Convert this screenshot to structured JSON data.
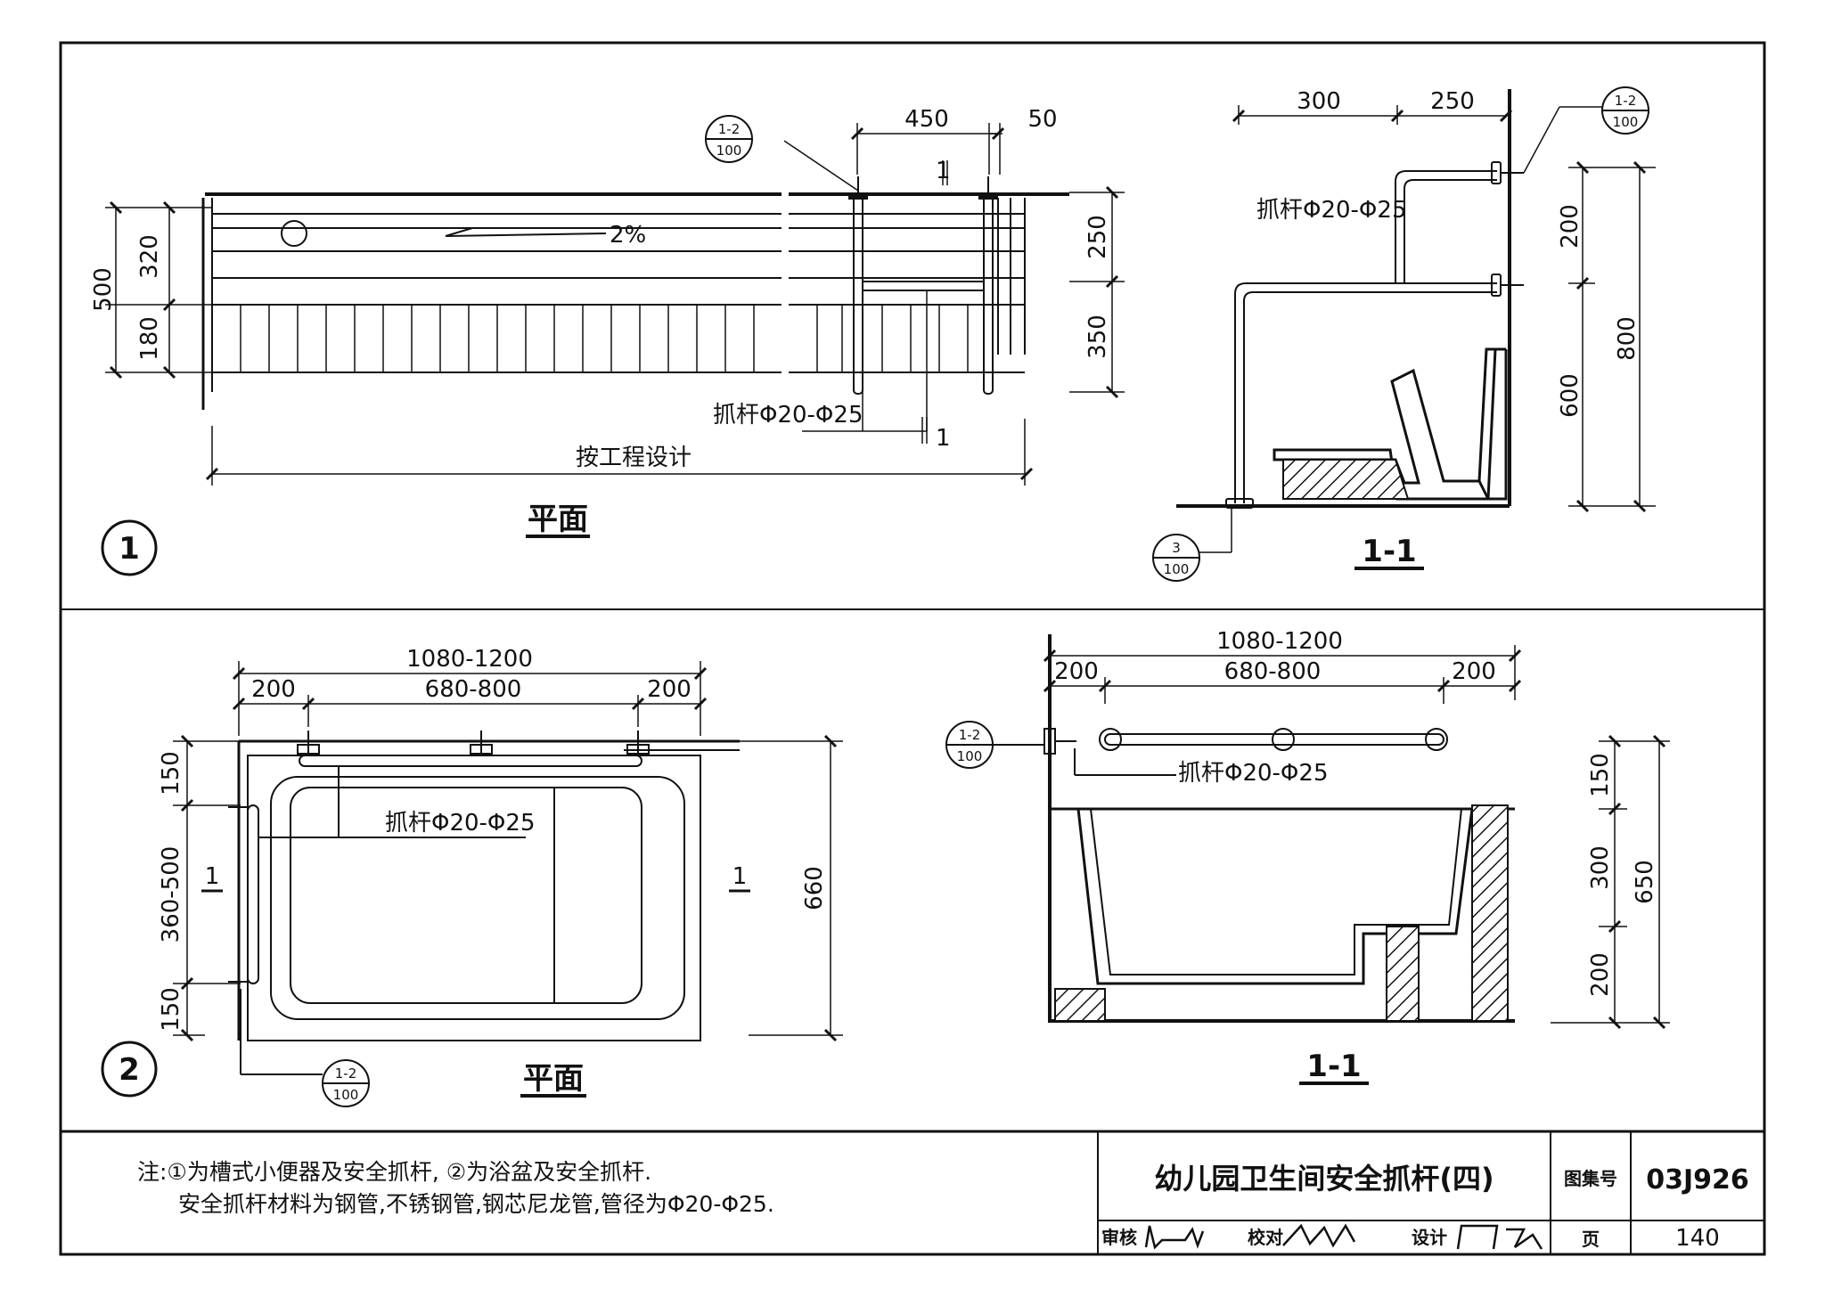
{
  "drawing": {
    "sheet": {
      "title": "幼儿园卫生间安全抓杆(四)",
      "atlas_label": "图集号",
      "atlas_no": "03J926",
      "page_label": "页",
      "page_no": "140",
      "review_label": "审核",
      "check_label": "校对",
      "design_label": "设计"
    },
    "notes": {
      "line1": "注:①为槽式小便器及安全抓杆, ②为浴盆及安全抓杆.",
      "line2": "安全抓杆材料为钢管,不锈钢管,钢芯尼龙管,管径为Φ20-Φ25."
    },
    "detail1": {
      "number": "1",
      "plan": {
        "title": "平面",
        "dim_450": "450",
        "dim_50": "50",
        "dim_500": "500",
        "dim_320": "320",
        "dim_180": "180",
        "dim_250": "250",
        "dim_350": "350",
        "slope": "2%",
        "grab_bar": "抓杆Φ20-Φ25",
        "overall": "按工程设计",
        "section_mark": "1",
        "ref_top": "1-2",
        "ref_bottom": "100"
      },
      "section": {
        "title": "1-1",
        "dim_300": "300",
        "dim_250": "250",
        "dim_200": "200",
        "dim_600": "600",
        "dim_800": "800",
        "grab_bar": "抓杆Φ20-Φ25",
        "ref_top": "1-2",
        "ref_bottom": "100",
        "ref2_top": "3",
        "ref2_bottom": "100"
      }
    },
    "detail2": {
      "number": "2",
      "plan": {
        "title": "平面",
        "dim_total": "1080-1200",
        "dim_200a": "200",
        "dim_mid": "680-800",
        "dim_200b": "200",
        "dim_150a": "150",
        "dim_360": "360-500",
        "dim_150b": "150",
        "dim_660": "660",
        "grab_bar": "抓杆Φ20-Φ25",
        "section_mark": "1",
        "ref_top": "1-2",
        "ref_bottom": "100"
      },
      "section": {
        "title": "1-1",
        "dim_total": "1080-1200",
        "dim_200a": "200",
        "dim_mid": "680-800",
        "dim_200b": "200",
        "dim_150": "150",
        "dim_300": "300",
        "dim_200": "200",
        "dim_650": "650",
        "grab_bar": "抓杆Φ20-Φ25",
        "ref_top": "1-2",
        "ref_bottom": "100"
      }
    }
  }
}
